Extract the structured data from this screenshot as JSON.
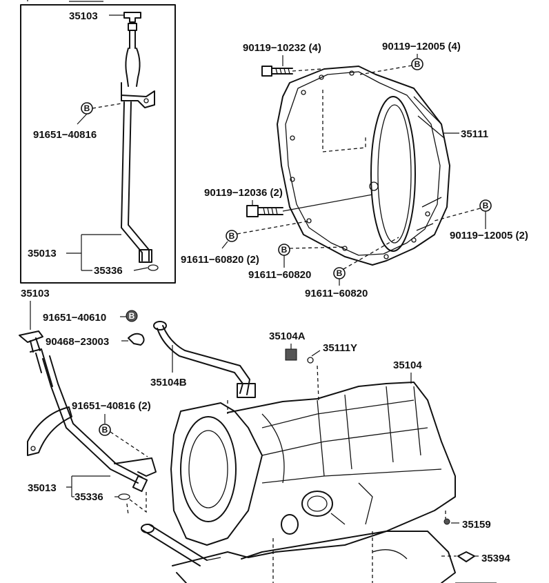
{
  "labels": {
    "p35103_inset": "35103",
    "p91651_40816": "91651−40816",
    "p35013_inset": "35013",
    "p35336_inset": "35336",
    "p90119_10232": "90119−10232 (4)",
    "p90119_12005_4": "90119−12005 (4)",
    "p35111": "35111",
    "p90119_12036": "90119−12036 (2)",
    "p90119_12005_2": "90119−12005 (2)",
    "p91611_60820_2": "91611−60820 (2)",
    "p91611_60820_a": "91611−60820",
    "p91611_60820_b": "91611−60820",
    "p35103": "35103",
    "p91651_40610": "91651−40610",
    "p90468_23003": "90468−23003",
    "p35104B": "35104B",
    "p35104A": "35104A",
    "p35111Y": "35111Y",
    "p35104": "35104",
    "p91651_40816_2": "91651−40816 (2)",
    "p35013": "35013",
    "p35336": "35336",
    "p35159": "35159",
    "p35394": "35394"
  },
  "mark_letter": "B",
  "colors": {
    "ink": "#111111",
    "paper": "#ffffff"
  }
}
